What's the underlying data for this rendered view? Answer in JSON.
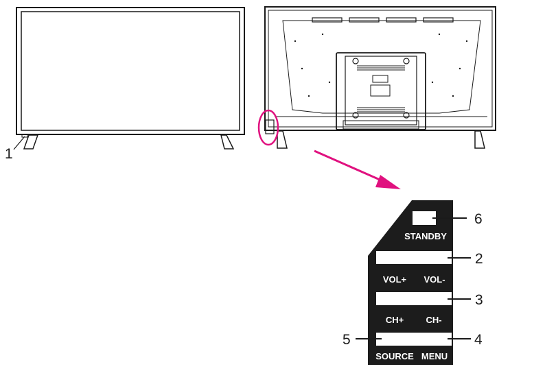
{
  "callouts": {
    "n1": "1",
    "n2": "2",
    "n3": "3",
    "n4": "4",
    "n5": "5",
    "n6": "6"
  },
  "panel": {
    "standby": "STANDBY",
    "vol_plus": "VOL+",
    "vol_minus": "VOL-",
    "ch_plus": "CH+",
    "ch_minus": "CH-",
    "source": "SOURCE",
    "menu": "MENU"
  },
  "colors": {
    "highlight": "#e0117f",
    "line": "#1a1a1a",
    "panel": "#1c1c1c"
  }
}
